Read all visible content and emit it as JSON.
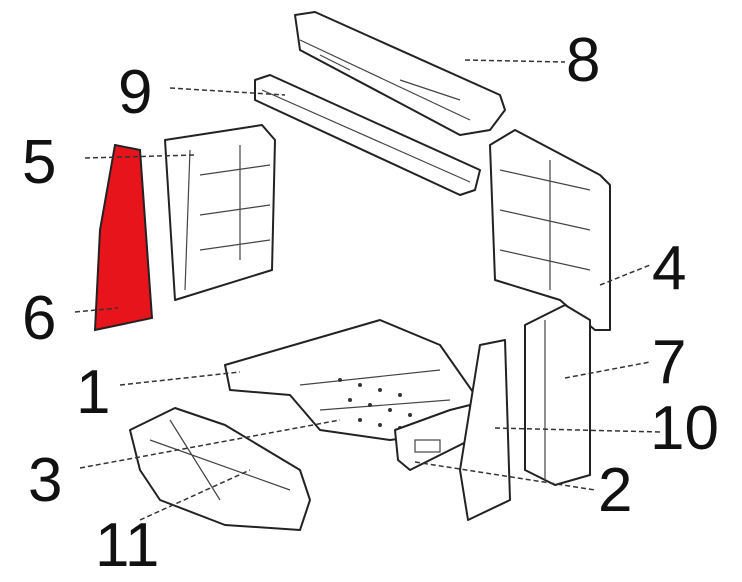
{
  "diagram": {
    "highlight_color": "#e8141b",
    "highlighted_part": "6",
    "labels": {
      "p1": "1",
      "p2": "2",
      "p3": "3",
      "p4": "4",
      "p5": "5",
      "p6": "6",
      "p7": "7",
      "p8": "8",
      "p9": "9",
      "p10": "10",
      "p11": "11"
    }
  }
}
